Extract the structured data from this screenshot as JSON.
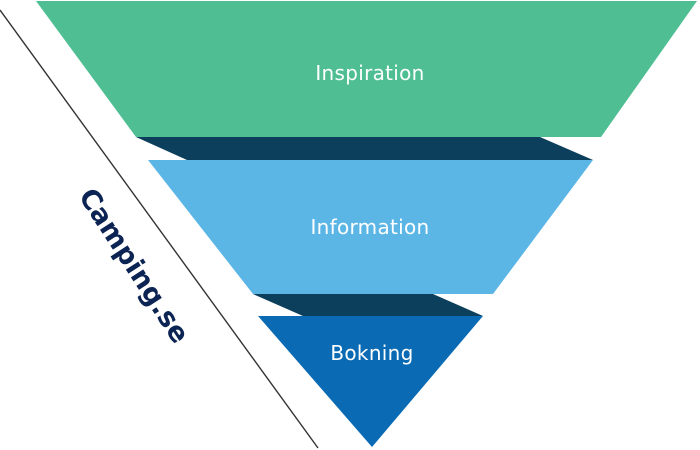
{
  "diagram": {
    "type": "funnel",
    "brand": "Camping.se",
    "stages": [
      {
        "label": "Inspiration",
        "color": "#4fbf93"
      },
      {
        "label": "Information",
        "color": "#5bb6e6"
      },
      {
        "label": "Bokning",
        "color": "#0a6ab3"
      }
    ],
    "shadow_color": "#0b3f5c",
    "brand_color": "#0c2453",
    "divider_color": "#333333"
  }
}
